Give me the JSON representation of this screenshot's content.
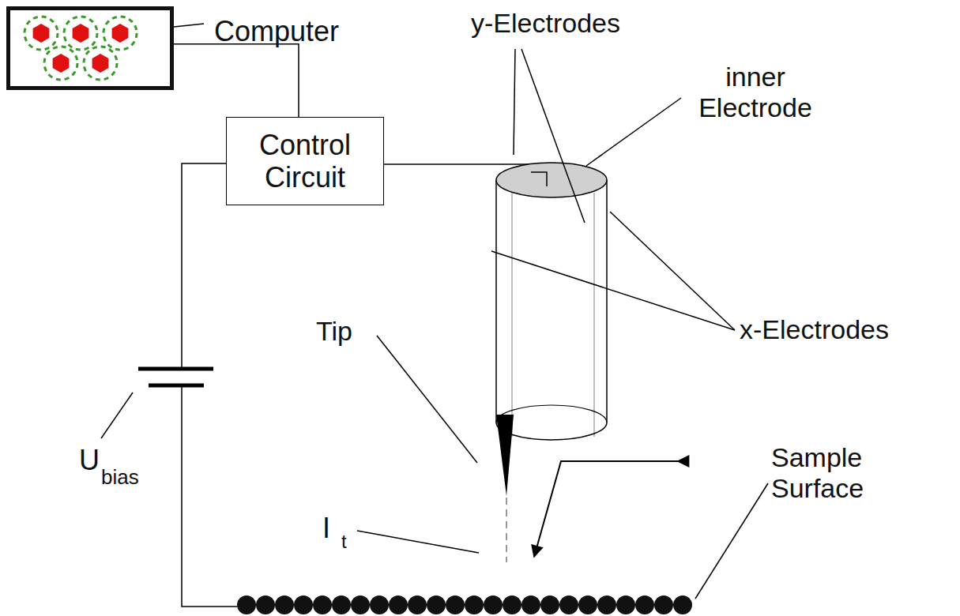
{
  "diagram": {
    "nodes": [
      {
        "text": [
          "Computer"
        ]
      },
      {
        "text": [
          "Control Circuit"
        ]
      }
    ],
    "edges": [
      {
        "from": 0,
        "to": 1,
        "arrow": "none"
      }
    ],
    "labels": [
      "y-Electrodes",
      "inner Electrode",
      "x-Electrodes",
      "Tip",
      "I",
      "t",
      "U",
      "bias",
      "Sample Surface"
    ]
  }
}
